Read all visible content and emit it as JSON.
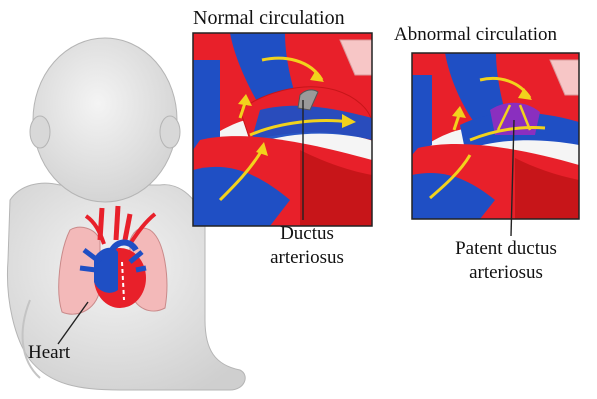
{
  "titles": {
    "normal": "Normal circulation",
    "abnormal": "Abnormal circulation"
  },
  "labels": {
    "ductus_line1": "Ductus",
    "ductus_line2": "arteriosus",
    "pda_line1": "Patent ductus",
    "pda_line2": "arteriosus",
    "heart": "Heart"
  },
  "colors": {
    "oxygenated_blood": "#e8202a",
    "deoxygenated_blood": "#1f4fc4",
    "flow_arrows": "#f2d21c",
    "lungs": "#f3b9b9",
    "skin": "#e2e2e2",
    "mixed_blood": "#8a2fbf"
  }
}
